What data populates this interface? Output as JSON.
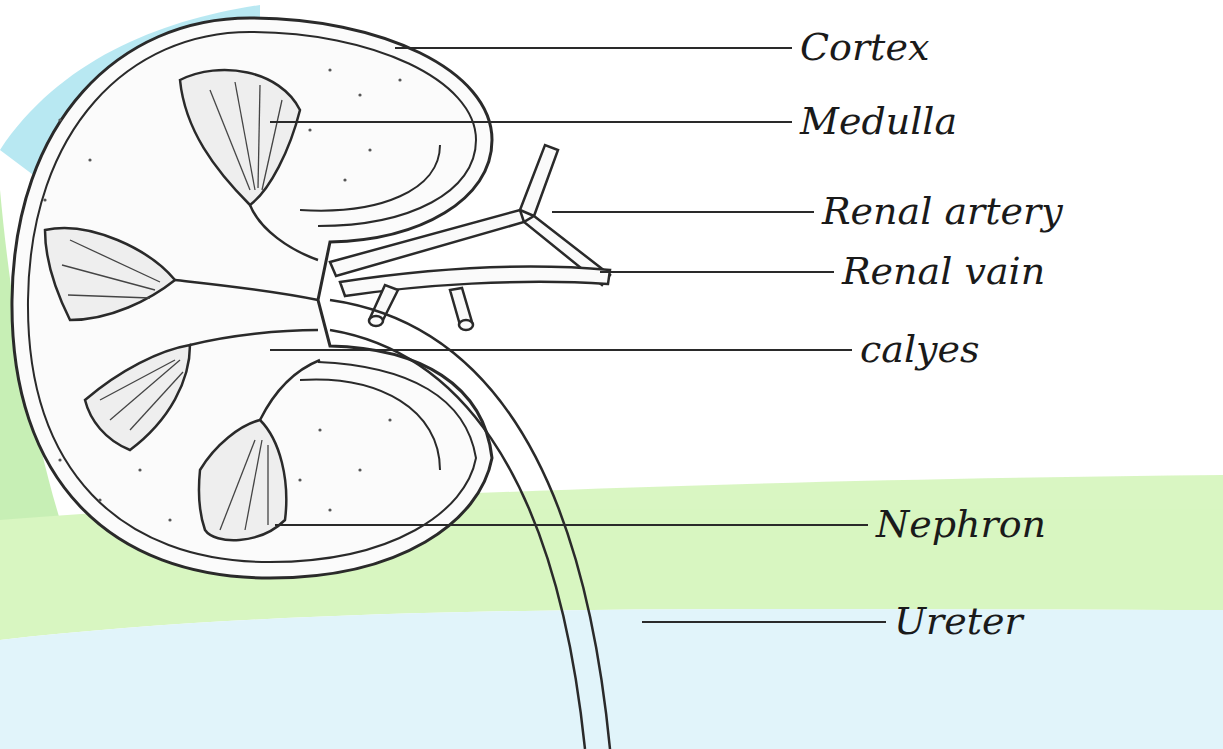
{
  "diagram": {
    "labels": [
      "Cortex",
      "Medulla",
      "Renal artery",
      "Renal vain",
      "calyes",
      "Nephron",
      "Ureter"
    ]
  }
}
